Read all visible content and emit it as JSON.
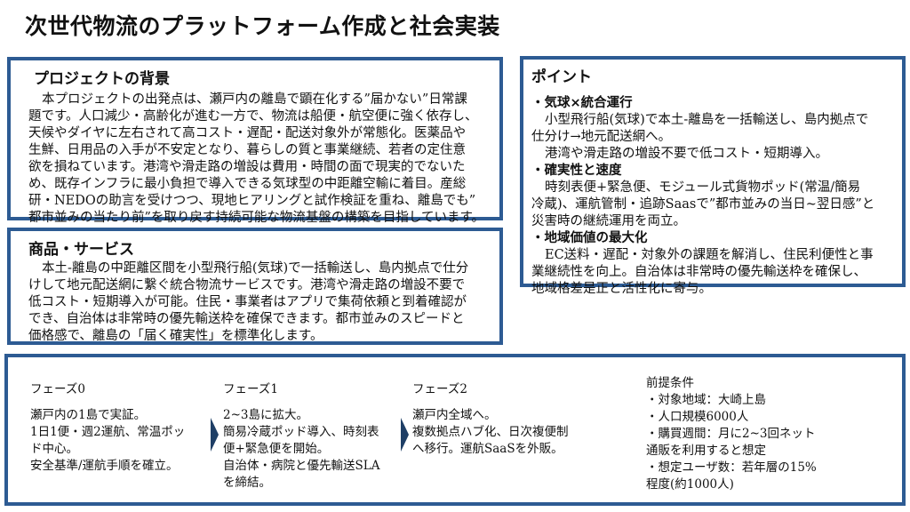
{
  "title": "次世代物流のプラットフォーム作成と社会実装",
  "background": {
    "heading": "プロジェクトの背景",
    "lines": [
      "本プロジェクトの出発点は、瀬戸内の離島で顕在化する”届かない”日常課",
      "題です。人口減少・高齢化が進む一方で、物流は船便・航空便に強く依存し、",
      "天候やダイヤに左右されて高コスト・遅配・配送対象外が常態化。医薬品や",
      "生鮮、日用品の入手が不安定となり、暮らしの質と事業継続、若者の定住意",
      "欲を損ねています。港湾や滑走路の増設は費用・時間の面で現実的でないた",
      "め、既存インフラに最小負担で導入できる気球型の中距離空輸に着目。産総",
      "研・NEDOの助言を受けつつ、現地ヒアリングと試作検証を重ね、離島でも”",
      "都市並みの当たり前”を取り戻す持続可能な物流基盤の構築を目指しています。"
    ]
  },
  "service": {
    "heading": "商品・サービス",
    "lines": [
      "本土-離島の中距離区間を小型飛行船(気球)で一括輸送し、島内拠点で仕分",
      "けして地元配送網に繋ぐ統合物流サービスです。港湾や滑走路の増設不要で",
      "低コスト・短期導入が可能。住民・事業者はアプリで集荷依頼と到着確認が",
      "でき、自治体は非常時の優先輸送枠を確保できます。都市並みのスピードと",
      "価格感で、離島の「届く確実性」を標準化します。"
    ]
  },
  "points": {
    "heading": "ポイント",
    "items": [
      {
        "bullet": "・気球×統合運行",
        "lines": [
          "小型飛行船(気球)で本土-離島を一括輸送し、島内拠点で",
          "仕分け→地元配送網へ。",
          "港湾や滑走路の増設不要で低コスト・短期導入。"
        ]
      },
      {
        "bullet": "・確実性と速度",
        "lines": [
          "時刻表便+緊急便、モジュール式貨物ポッド(常温/簡易",
          "冷蔵)、運航管制・追跡Saasで”都市並みの当日~翌日感”と",
          "災害時の継続運用を両立。"
        ]
      },
      {
        "bullet": "・地域価値の最大化",
        "lines": [
          "EC送料・遅配・対象外の課題を解消し、住民利便性と事",
          "業継続性を向上。自治体は非常時の優先輸送枠を確保し、",
          "地域格差是正と活性化に寄与。"
        ]
      }
    ]
  },
  "phases": [
    {
      "title": "フェーズ0",
      "lines": [
        "瀬戸内の1島で実証。",
        "1日1便・週2運航、常温ポッ",
        "ド中心。",
        "安全基準/運航手順を確立。"
      ]
    },
    {
      "title": "フェーズ1",
      "lines": [
        "2~3島に拡大。",
        "簡易冷蔵ポッド導入、時刻表",
        "便+緊急便を開始。",
        "自治体・病院と優先輸送SLA",
        "を締結。"
      ]
    },
    {
      "title": "フェーズ2",
      "lines": [
        "瀬戸内全域へ。",
        "複数拠点ハブ化、日次複便制",
        "へ移行。運航SaaSを外販。"
      ]
    }
  ],
  "assumptions": {
    "title": "前提条件",
    "lines": [
      "・対象地域：大崎上島",
      "・人口規模6000人",
      "・購買週間：月に2~3回ネット",
      "通販を利用すると想定",
      "・想定ユーザ数：若年層の15%",
      "程度(約1000人)"
    ]
  },
  "colors": {
    "border": "#2d5b93",
    "arrow": "#1f3f66"
  }
}
